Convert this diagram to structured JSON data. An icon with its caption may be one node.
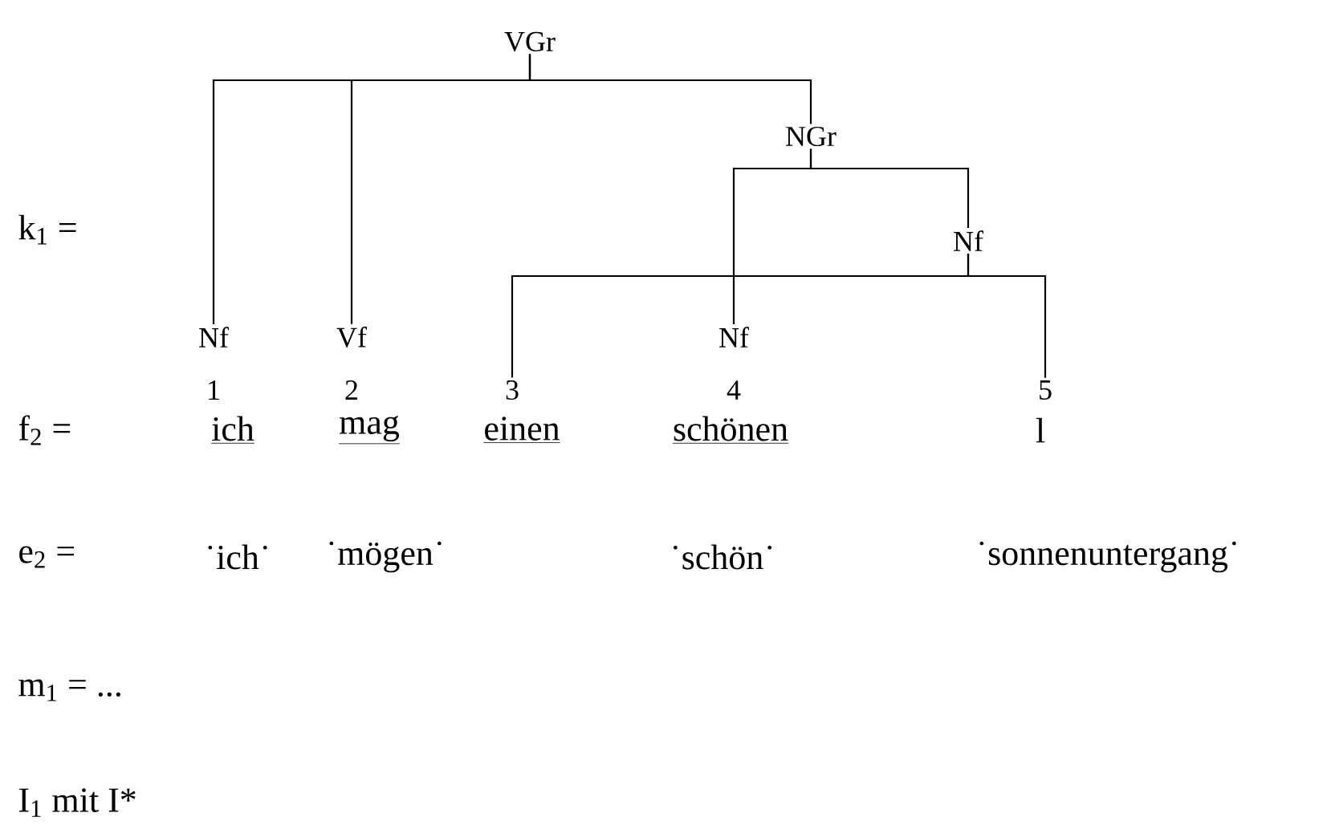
{
  "diagram": {
    "nodes": [
      {
        "text": [
          "VGr"
        ]
      },
      {
        "text": [
          "NGr"
        ]
      },
      {
        "text": [
          "Nf"
        ]
      },
      {
        "text": [
          "Nf"
        ]
      },
      {
        "text": [
          "Vf"
        ]
      },
      {
        "text": [
          "Nf"
        ]
      },
      {
        "text": [
          "3"
        ]
      },
      {
        "text": [
          "5"
        ]
      }
    ],
    "edges": [
      {
        "from": 0,
        "to": 3,
        "arrow": "none"
      },
      {
        "from": 0,
        "to": 4,
        "arrow": "none"
      },
      {
        "from": 0,
        "to": 1,
        "arrow": "none"
      },
      {
        "from": 1,
        "to": 5,
        "arrow": "none"
      },
      {
        "from": 1,
        "to": 2,
        "arrow": "none"
      },
      {
        "from": 2,
        "to": 6,
        "arrow": "none"
      },
      {
        "from": 2,
        "to": 7,
        "arrow": "none"
      }
    ],
    "labels": [
      "k$_{1}$ =",
      "1",
      "2",
      "4",
      "f$_{2}$ =",
      "ich",
      "mag",
      "einen",
      "schönen",
      "l",
      "e$_{2}$ =",
      "˙ich˙",
      "˙mögen˙",
      "˙schön˙",
      "˙sonnenuntergang˙",
      "m$_{1}$ = ...",
      "I$_{1}$ mit I*"
    ]
  }
}
